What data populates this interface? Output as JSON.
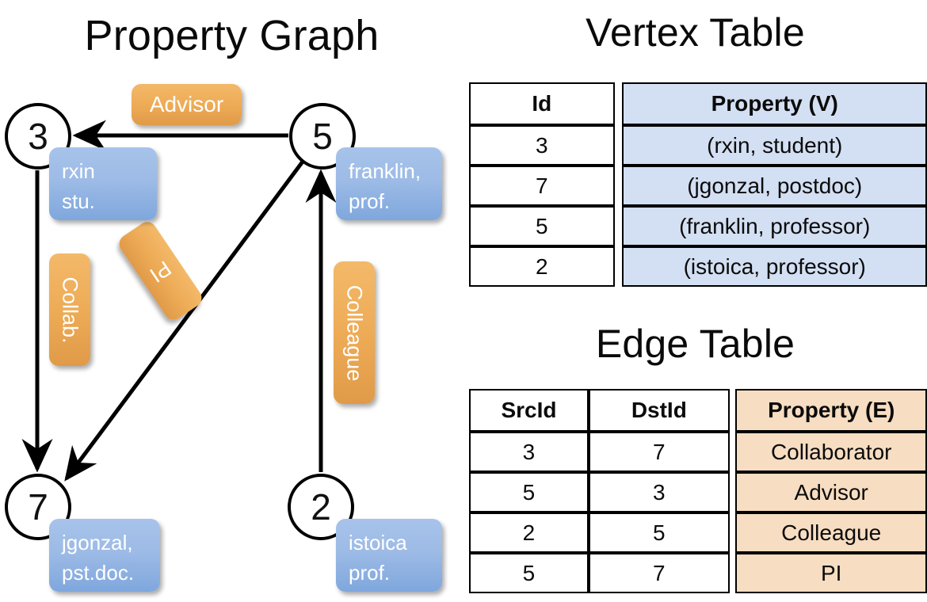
{
  "titles": {
    "graph": "Property Graph",
    "vertex_table": "Vertex Table",
    "edge_table": "Edge Table"
  },
  "graph": {
    "nodes": [
      {
        "id": "3",
        "property_label": "rxin\nstu."
      },
      {
        "id": "5",
        "property_label": "franklin,\nprof."
      },
      {
        "id": "7",
        "property_label": "jgonzal,\npst.doc."
      },
      {
        "id": "2",
        "property_label": "istoica\nprof."
      }
    ],
    "node_labels": {
      "n3": "3",
      "n5": "5",
      "n7": "7",
      "n2": "2"
    },
    "vertex_boxes": {
      "rxin_line1": "rxin",
      "rxin_line2": "stu.",
      "franklin_line1": "franklin,",
      "franklin_line2": "prof.",
      "jgonzal_line1": "jgonzal,",
      "jgonzal_line2": "pst.doc.",
      "istoica_line1": "istoica",
      "istoica_line2": "prof."
    },
    "edge_boxes": {
      "advisor": "Advisor",
      "collab": "Collab.",
      "pi": "PI",
      "colleague": "Colleague"
    },
    "edges": [
      {
        "from": "5",
        "to": "3",
        "label": "Advisor"
      },
      {
        "from": "3",
        "to": "7",
        "label": "Collab."
      },
      {
        "from": "5",
        "to": "7",
        "label": "PI"
      },
      {
        "from": "2",
        "to": "5",
        "label": "Colleague"
      }
    ]
  },
  "vertex_table": {
    "headers": [
      "Id",
      "Property (V)"
    ],
    "rows": [
      {
        "id": "3",
        "property": "(rxin, student)"
      },
      {
        "id": "7",
        "property": "(jgonzal, postdoc)"
      },
      {
        "id": "5",
        "property": "(franklin, professor)"
      },
      {
        "id": "2",
        "property": "(istoica, professor)"
      }
    ]
  },
  "edge_table": {
    "headers": [
      "SrcId",
      "DstId",
      "Property (E)"
    ],
    "rows": [
      {
        "src": "3",
        "dst": "7",
        "property": "Collaborator"
      },
      {
        "src": "5",
        "dst": "3",
        "property": "Advisor"
      },
      {
        "src": "2",
        "dst": "5",
        "property": "Colleague"
      },
      {
        "src": "5",
        "dst": "7",
        "property": "PI"
      }
    ]
  },
  "colors": {
    "vertex_property_fill": "#d3dff2",
    "edge_property_fill": "#f7ddc1",
    "vertex_box_blue": "#9dbbe6",
    "edge_box_orange": "#edaa55",
    "stroke": "#000000",
    "background": "#ffffff"
  }
}
